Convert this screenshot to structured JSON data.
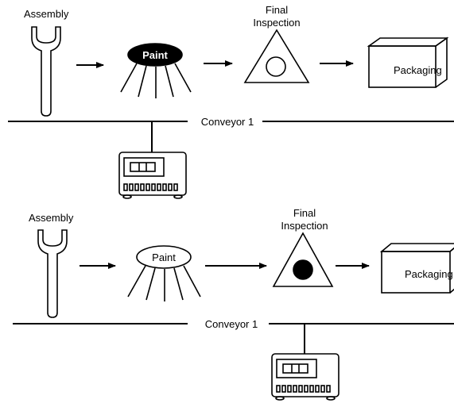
{
  "panels": [
    {
      "id": "top",
      "assembly_label": "Assembly",
      "paint_label": "Paint",
      "paint_style": "filled",
      "inspection_label_line1": "Final",
      "inspection_label_line2": "Inspection",
      "inspection_indicator": "empty",
      "packaging_label": "Packaging",
      "conveyor_label": "Conveyor 1"
    },
    {
      "id": "bottom",
      "assembly_label": "Assembly",
      "paint_label": "Paint",
      "paint_style": "outline",
      "inspection_label_line1": "Final",
      "inspection_label_line2": "Inspection",
      "inspection_indicator": "filled",
      "packaging_label": "Packaging",
      "conveyor_label": "Conveyor 1"
    }
  ],
  "colors": {
    "ink": "#000000",
    "background": "#ffffff"
  }
}
